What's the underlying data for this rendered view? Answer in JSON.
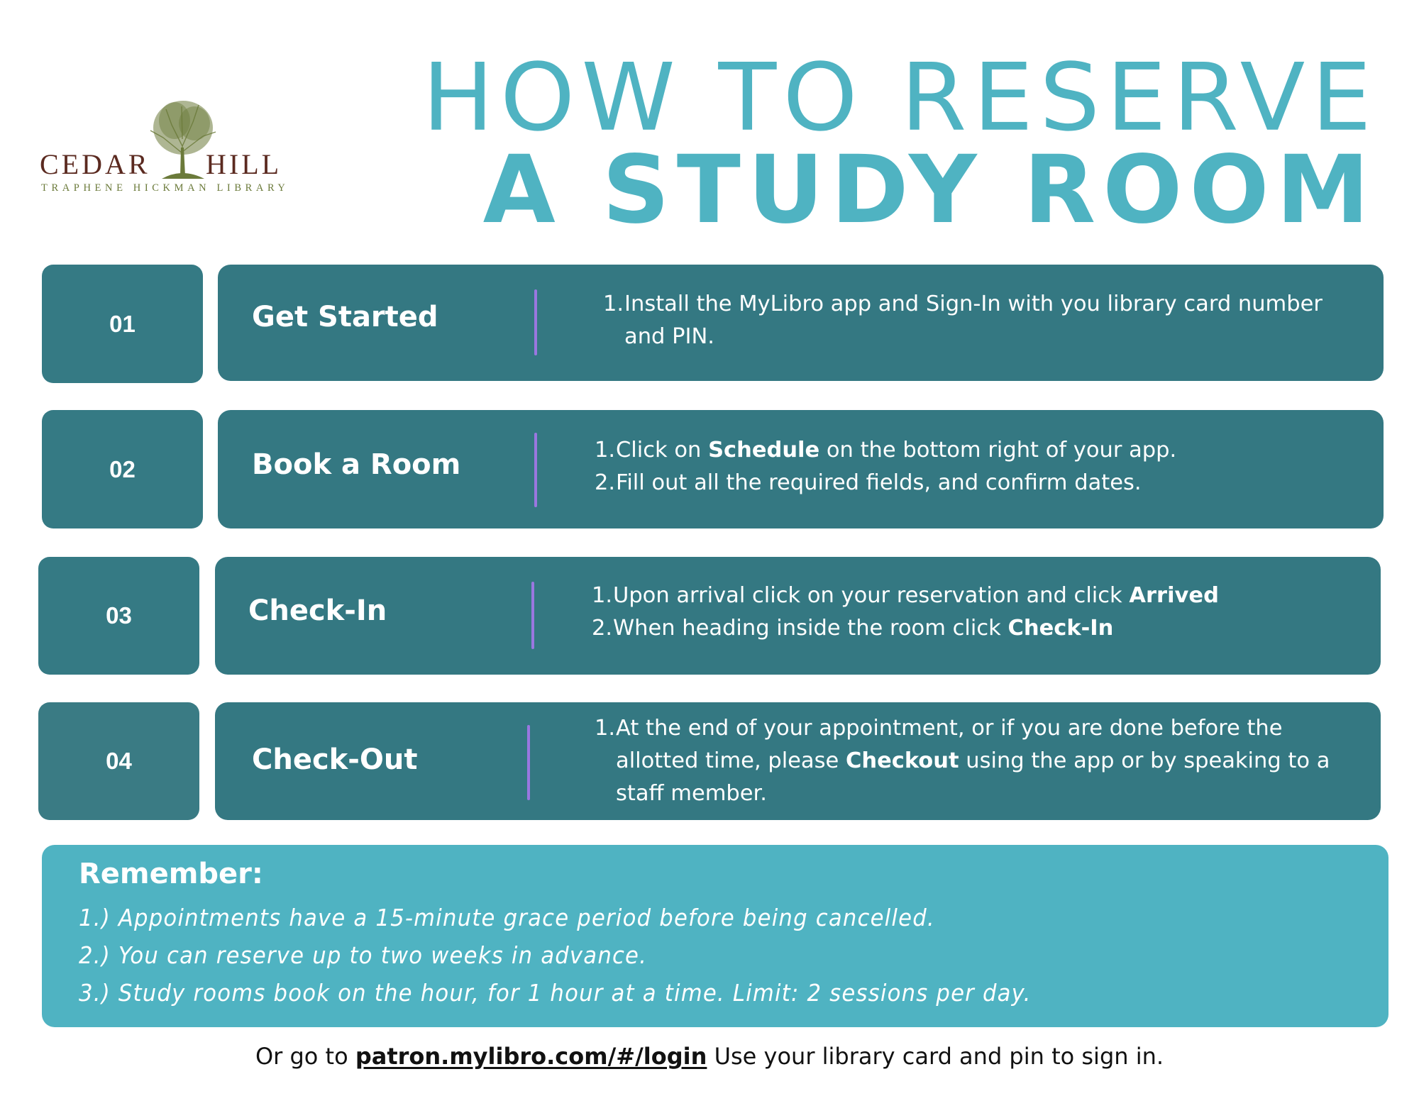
{
  "logo": {
    "word_left": "CEDAR",
    "word_right": "HILL",
    "subtitle": "TRAPHENE HICKMAN LIBRARY",
    "icon": "tree-icon",
    "colors": {
      "wordmark": "#5b2a20",
      "tree": "#6b7a3a"
    }
  },
  "title": {
    "line1": "HOW TO RESERVE",
    "line2": "A STUDY ROOM",
    "color": "#4fb3c2"
  },
  "steps": [
    {
      "number": "01",
      "title": "Get Started",
      "items": [
        {
          "n": "1.",
          "parts": [
            {
              "text": "Install the MyLibro app and Sign-In with you library card number and PIN."
            }
          ]
        }
      ]
    },
    {
      "number": "02",
      "title": "Book a Room",
      "items": [
        {
          "n": "1.",
          "parts": [
            {
              "text": "Click on "
            },
            {
              "text": "Schedule",
              "bold": true
            },
            {
              "text": " on the bottom right of your app."
            }
          ]
        },
        {
          "n": "2.",
          "parts": [
            {
              "text": "Fill out all the required fields, and confirm dates."
            }
          ]
        }
      ]
    },
    {
      "number": "03",
      "title": "Check-In",
      "items": [
        {
          "n": "1.",
          "parts": [
            {
              "text": "Upon arrival click on your reservation and click "
            },
            {
              "text": "Arrived",
              "bold": true
            }
          ]
        },
        {
          "n": "2.",
          "parts": [
            {
              "text": "When heading inside the room click "
            },
            {
              "text": "Check-In",
              "bold": true
            }
          ]
        }
      ]
    },
    {
      "number": "04",
      "title": "Check-Out",
      "items": [
        {
          "n": "1.",
          "parts": [
            {
              "text": "At the end of your appointment, or if you are done before the allotted time, please "
            },
            {
              "text": "Checkout",
              "bold": true
            },
            {
              "text": " using the app or by speaking to a staff member."
            }
          ]
        }
      ]
    }
  ],
  "remember": {
    "heading": "Remember:",
    "items": [
      "1.) Appointments have a 15-minute grace period before being cancelled.",
      "2.) You can reserve up to two weeks in advance.",
      "3.) Study rooms book on the hour, for 1 hour at a time. Limit: 2 sessions per day."
    ],
    "color": "#4fb3c2"
  },
  "footer": {
    "prefix": "Or go to ",
    "link": "patron.mylibro.com/#/login",
    "suffix": " Use your library card and pin to sign in."
  },
  "colors": {
    "card": "#347882",
    "divider": "#9a77e0",
    "text_on_card": "#ffffff"
  }
}
